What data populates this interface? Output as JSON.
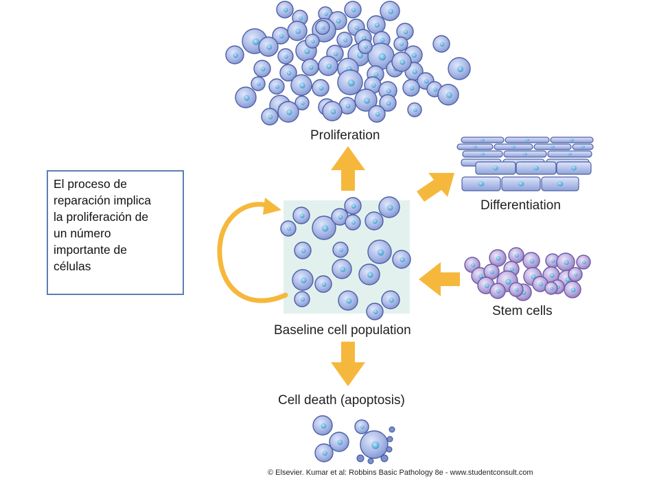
{
  "labels": {
    "proliferation": "Proliferation",
    "differentiation": "Differentiation",
    "stem_cells": "Stem cells",
    "baseline": "Baseline cell population",
    "cell_death": "Cell death (apoptosis)"
  },
  "note": {
    "text": "El proceso  de\nreparación implica\nla proliferación de\nun número\nimportante de\ncélulas"
  },
  "copyright": "© Elsevier. Kumar et al: Robbins Basic Pathology 8e - www.studentconsult.com",
  "colors": {
    "cell_fill": "#a9b8e6",
    "cell_stroke": "#4d5fa3",
    "nucleus": "#4fa8dc",
    "stem_fill": "#b9a8dc",
    "stem_stroke": "#6c5aa3",
    "arrow": "#f6b83c",
    "baseline_bg": "#e3f1ee",
    "note_border": "#5b7db3"
  }
}
